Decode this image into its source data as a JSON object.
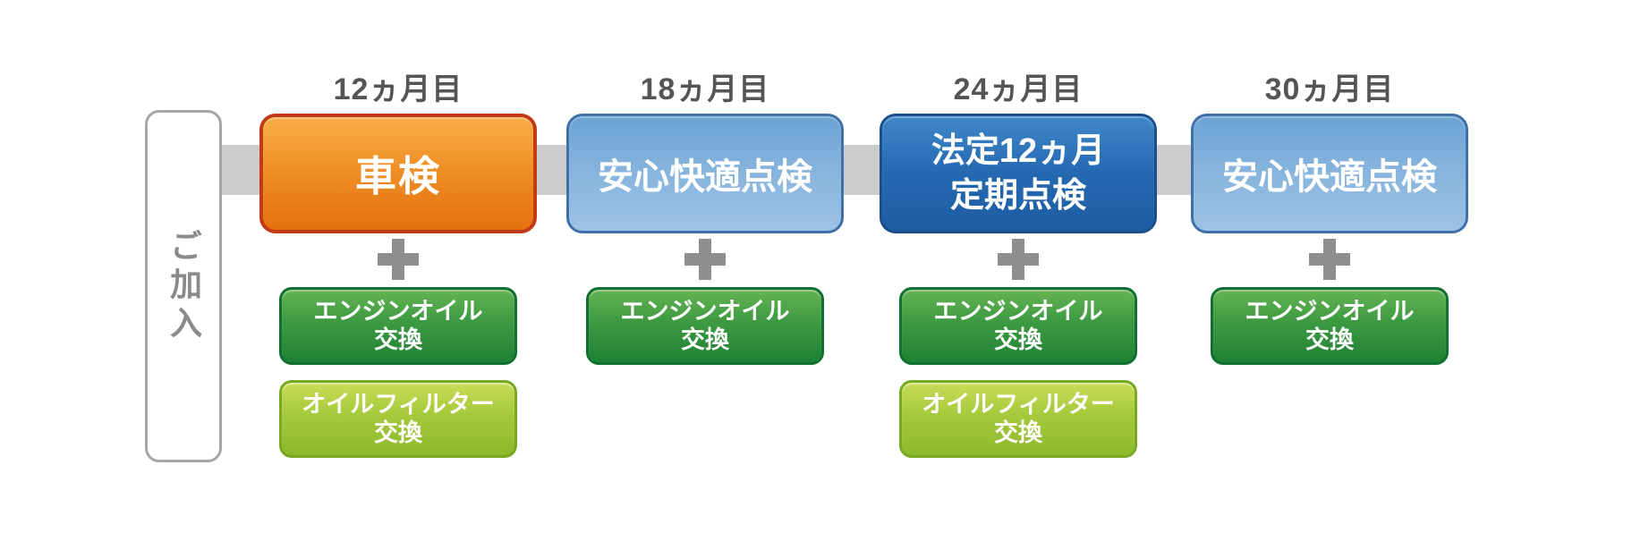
{
  "enrollment": {
    "label": "ご加入"
  },
  "columns": [
    {
      "month_label": "12ヵ月目",
      "event": {
        "line1": "車検",
        "type": "orange"
      },
      "extras": [
        {
          "line1": "エンジンオイル",
          "line2": "交換",
          "type": "green"
        },
        {
          "line1": "オイルフィルター",
          "line2": "交換",
          "type": "yellow-green"
        }
      ]
    },
    {
      "month_label": "18ヵ月目",
      "event": {
        "line1": "安心快適点検",
        "type": "blue-light"
      },
      "extras": [
        {
          "line1": "エンジンオイル",
          "line2": "交換",
          "type": "green"
        }
      ]
    },
    {
      "month_label": "24ヵ月目",
      "event": {
        "line1": "法定12ヵ月",
        "line2": "定期点検",
        "type": "blue-dark"
      },
      "extras": [
        {
          "line1": "エンジンオイル",
          "line2": "交換",
          "type": "green"
        },
        {
          "line1": "オイルフィルター",
          "line2": "交換",
          "type": "yellow-green"
        }
      ]
    },
    {
      "month_label": "30ヵ月目",
      "event": {
        "line1": "安心快適点検",
        "type": "blue-light"
      },
      "extras": [
        {
          "line1": "エンジンオイル",
          "line2": "交換",
          "type": "green"
        }
      ]
    }
  ],
  "palette": {
    "background": "#ffffff",
    "timeline_bar": "#cccccc",
    "month_label_text": "#555555",
    "enrollment_border": "#a6a6a6",
    "enrollment_text": "#8a8a8a",
    "plus_icon": "#8e8e8e",
    "event_text": "#ffffff",
    "orange_border": "#c23a17",
    "orange_top": "#f6ae45",
    "orange_bottom": "#e4710f",
    "blue_light_border": "#4070aa",
    "blue_light_top": "#6ca3d4",
    "blue_light_bottom": "#9dc2e5",
    "blue_dark_border": "#1a4f8e",
    "blue_dark_top": "#3f87c9",
    "blue_dark_bottom": "#1e5ca2",
    "green_border": "#0f7030",
    "green_top": "#66b254",
    "green_bottom": "#1f8134",
    "yellow_green_border": "#79a922",
    "yellow_green_top": "#c9dc58",
    "yellow_green_bottom": "#8cb92c"
  }
}
